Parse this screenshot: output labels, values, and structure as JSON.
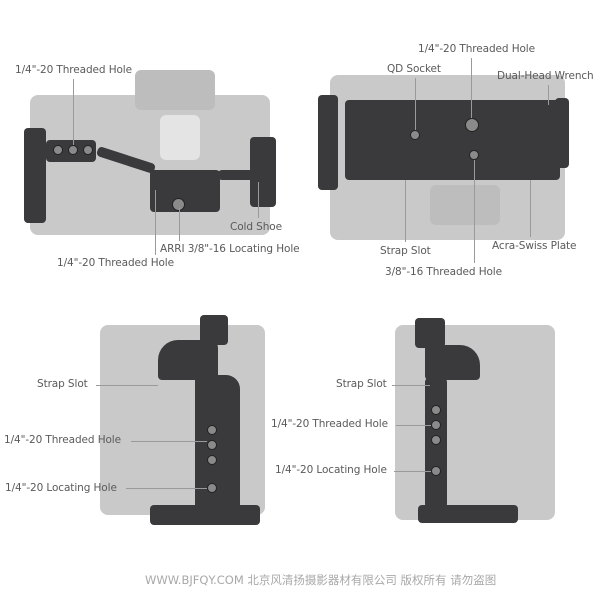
{
  "top_view": {
    "labels": {
      "threaded_hole_top": "1/4\"-20 Threaded Hole",
      "cold_shoe": "Cold Shoe",
      "arri_hole": "ARRI 3/8\"-16 Locating Hole",
      "threaded_hole_bottom": "1/4\"-20 Threaded Hole"
    }
  },
  "bottom_view": {
    "labels": {
      "threaded_hole": "1/4\"-20 Threaded Hole",
      "qd_socket": "QD Socket",
      "wrench": "Dual-Head Wrench",
      "strap_slot": "Strap Slot",
      "arca_plate": "Acra-Swiss Plate",
      "threaded_hole_38": "3/8\"-16 Threaded Hole"
    }
  },
  "left_side_view": {
    "labels": {
      "strap_slot": "Strap Slot",
      "threaded_hole": "1/4\"-20 Threaded Hole",
      "locating_hole": "1/4\"-20 Locating Hole"
    }
  },
  "right_side_view": {
    "labels": {
      "strap_slot": "Strap Slot",
      "threaded_hole": "1/4\"-20 Threaded Hole",
      "locating_hole": "1/4\"-20 Locating Hole"
    }
  },
  "watermark": "WWW.BJFQY.COM 北京风清扬摄影器材有限公司 版权所有 请勿盗图"
}
